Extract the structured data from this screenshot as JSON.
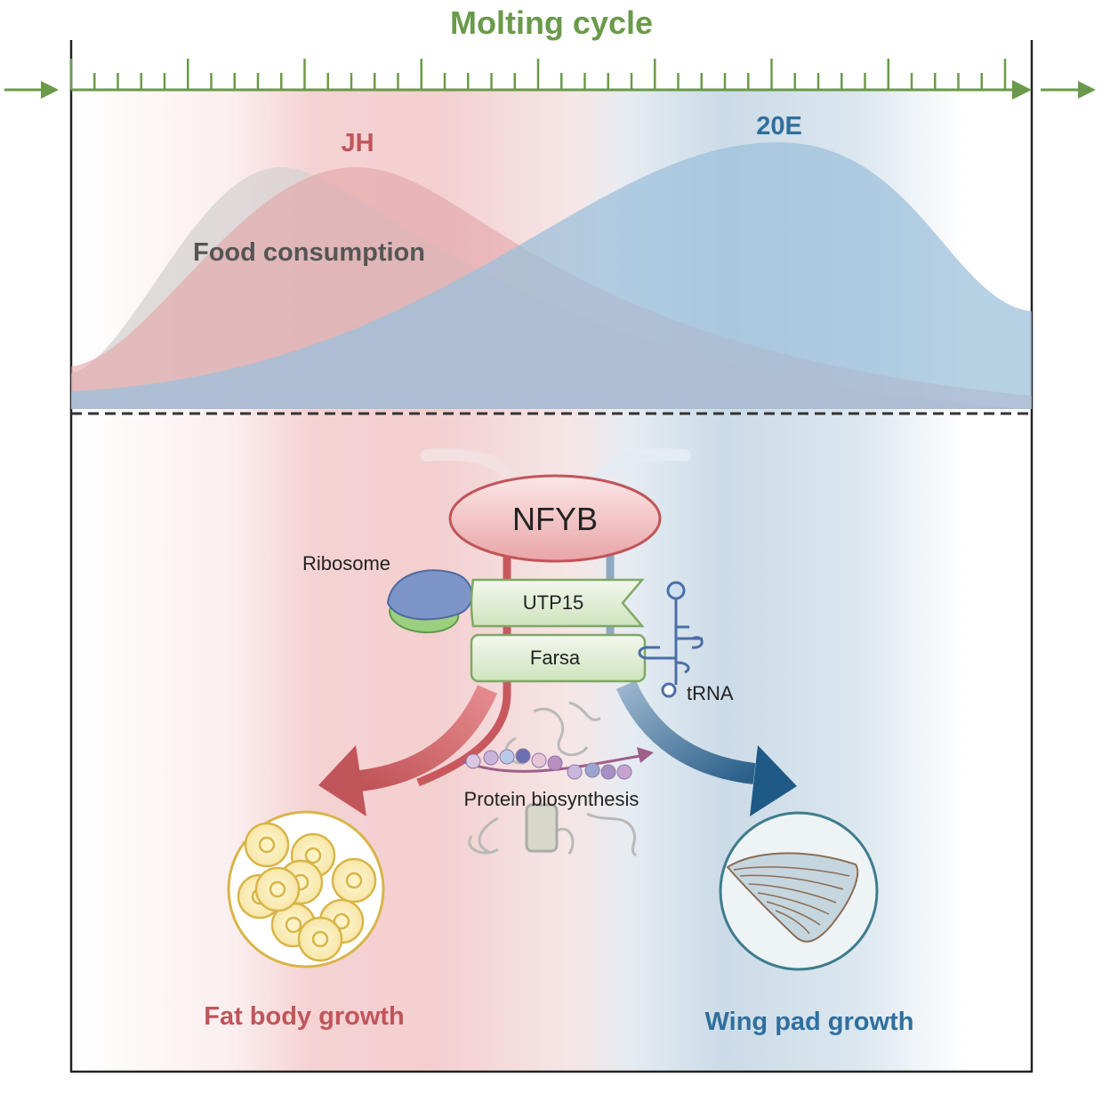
{
  "title": "Molting cycle",
  "hormones": {
    "jh": "JH",
    "ecdysone": "20E"
  },
  "food_label": "Food consumption",
  "regulator": "NFYB",
  "genes": {
    "utp15": "UTP15",
    "farsa": "Farsa"
  },
  "labels": {
    "ribosome": "Ribosome",
    "trna": "tRNA",
    "protein": "Protein biosynthesis"
  },
  "outcomes": {
    "fat_body": "Fat body growth",
    "wing_pad": "Wing pad growth"
  },
  "colors": {
    "title_green": "#6a9a4a",
    "jh_red": "#c0555a",
    "ecdysone_blue": "#2f6f9e",
    "food_gray": "#555555",
    "fat_body_yellow": "#d8b548",
    "wing_teal": "#3f7c8c"
  }
}
